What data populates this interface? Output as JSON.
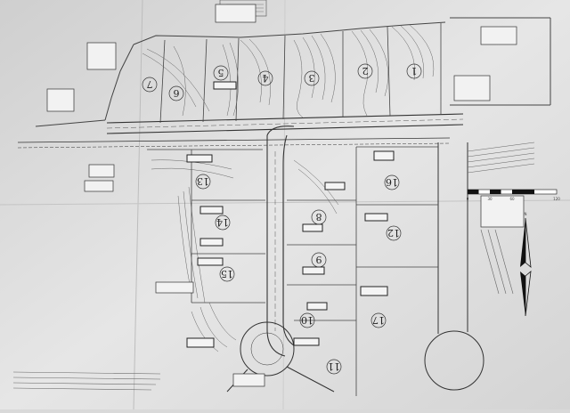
{
  "plan": {
    "lots": [
      "1",
      "2",
      "3",
      "4",
      "5",
      "6",
      "7",
      "8",
      "9",
      "10",
      "11",
      "12",
      "13",
      "14",
      "15",
      "16",
      "17"
    ],
    "scale_bar": [
      "0",
      "30",
      "60",
      "120"
    ],
    "north_arrow": "N"
  }
}
